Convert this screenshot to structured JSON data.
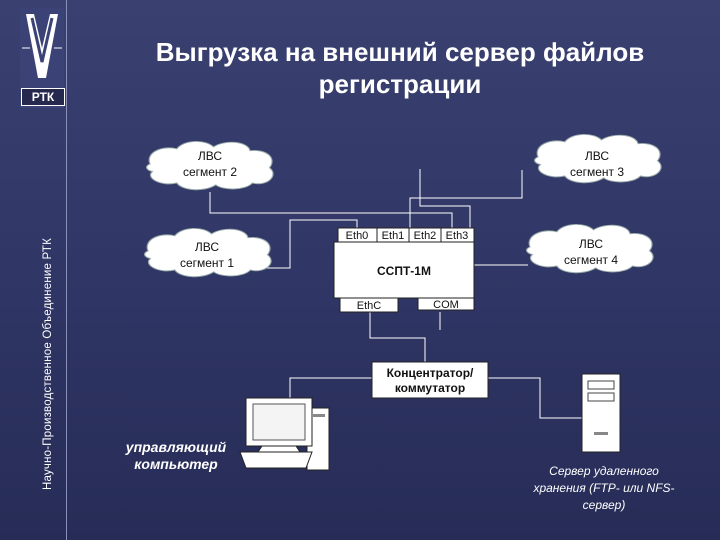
{
  "title_line1": "Выгрузка на внешний сервер файлов",
  "title_line2": "регистрации",
  "side_text": "Научно-Производственное Объединение РТК",
  "logo_text": "РТК",
  "clouds": {
    "seg2": {
      "line1": "ЛВС",
      "line2": "сегмент 2"
    },
    "seg3": {
      "line1": "ЛВС",
      "line2": "сегмент 3"
    },
    "seg1": {
      "line1": "ЛВС",
      "line2": "сегмент 1"
    },
    "seg4": {
      "line1": "ЛВС",
      "line2": "сегмент 4"
    }
  },
  "device": {
    "ports": [
      "Eth0",
      "Eth1",
      "Eth2",
      "Eth3"
    ],
    "name": "ССПТ-1М",
    "ethc": "EthC",
    "com": "COM"
  },
  "hub": {
    "line1": "Концентратор/",
    "line2": "коммутатор"
  },
  "computer": {
    "line1": "управляющий",
    "line2": "компьютер"
  },
  "server": {
    "line1": "Сервер удаленного",
    "line2": "хранения  (FTP-  или  NFS-",
    "line3": "сервер)"
  },
  "colors": {
    "background": "#2f3564",
    "box": "#ffffff",
    "line": "#ffffff",
    "text": "#111111"
  }
}
